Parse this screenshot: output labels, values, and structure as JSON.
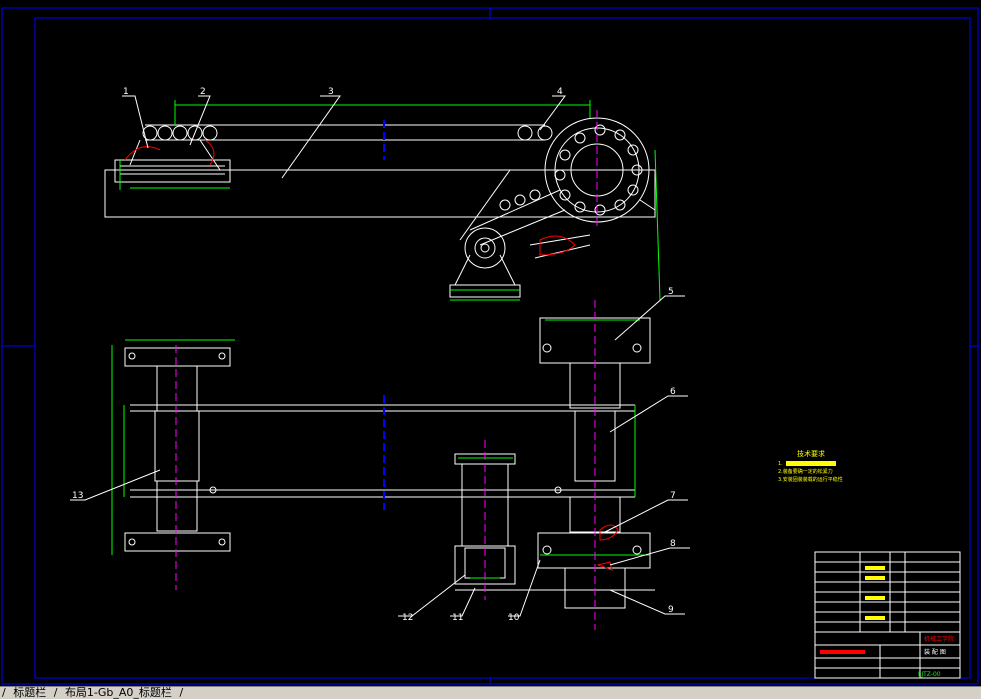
{
  "window": {
    "tabs": [
      "标题栏",
      "布局1-Gb_A0_标题栏"
    ],
    "tab_separator": "/"
  },
  "colors": {
    "background": "#000000",
    "drawing_lines": "#ffffff",
    "dimensions": "#00ff00",
    "leaders": "#ffff00",
    "centerlines": "#ff00ff",
    "border": "#0000ff",
    "sections": "#ff0000"
  },
  "drawing": {
    "part_numbers": [
      "1",
      "2",
      "3",
      "4",
      "5",
      "6",
      "7",
      "8",
      "9",
      "10",
      "11",
      "12",
      "13"
    ],
    "technical_requirements": {
      "title": "技术要求",
      "items": [
        "1.",
        "2.装备要确一定的松紧力",
        "3.安装固装装载的运行平稳性"
      ]
    },
    "title_block": {
      "labels": [
        "机械工学院",
        "装 配 图"
      ],
      "drawing_number": "LJTZ-00"
    }
  }
}
